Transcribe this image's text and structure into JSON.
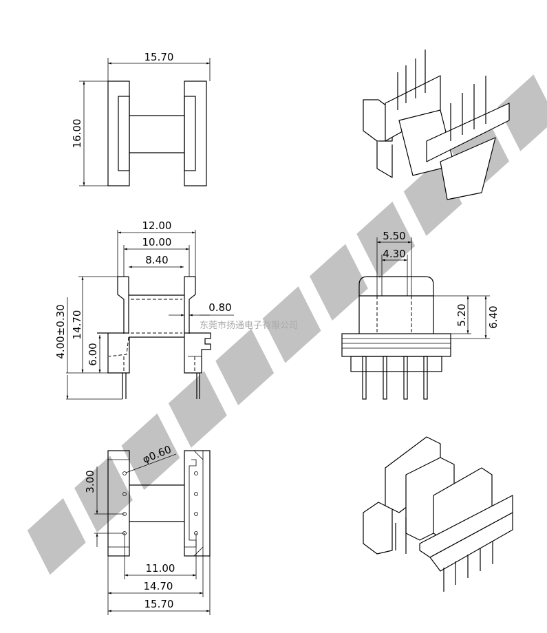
{
  "title": "EE bobbin technical drawing",
  "top_view": {
    "width_dim": "15.70",
    "height_dim": "16.00"
  },
  "side_view": {
    "dim_12": "12.00",
    "dim_10": "10.00",
    "dim_8_4": "8.40",
    "dim_14_7": "14.70",
    "dim_6": "6.00",
    "dim_pin": "4.00±0.30",
    "dim_wall": "0.80"
  },
  "front_view": {
    "dim_5_5": "5.50",
    "dim_4_3": "4.30",
    "dim_5_2": "5.20",
    "dim_6_4": "6.40"
  },
  "bottom_view": {
    "hole_dia": "φ0.60",
    "pitch": "3.00",
    "dim_11": "11.00",
    "dim_14_7": "14.70",
    "dim_15_7": "15.70"
  },
  "watermark": {
    "large": "东莞市扬通电子有限公司",
    "small": "东莞市扬通电子有限公司"
  }
}
